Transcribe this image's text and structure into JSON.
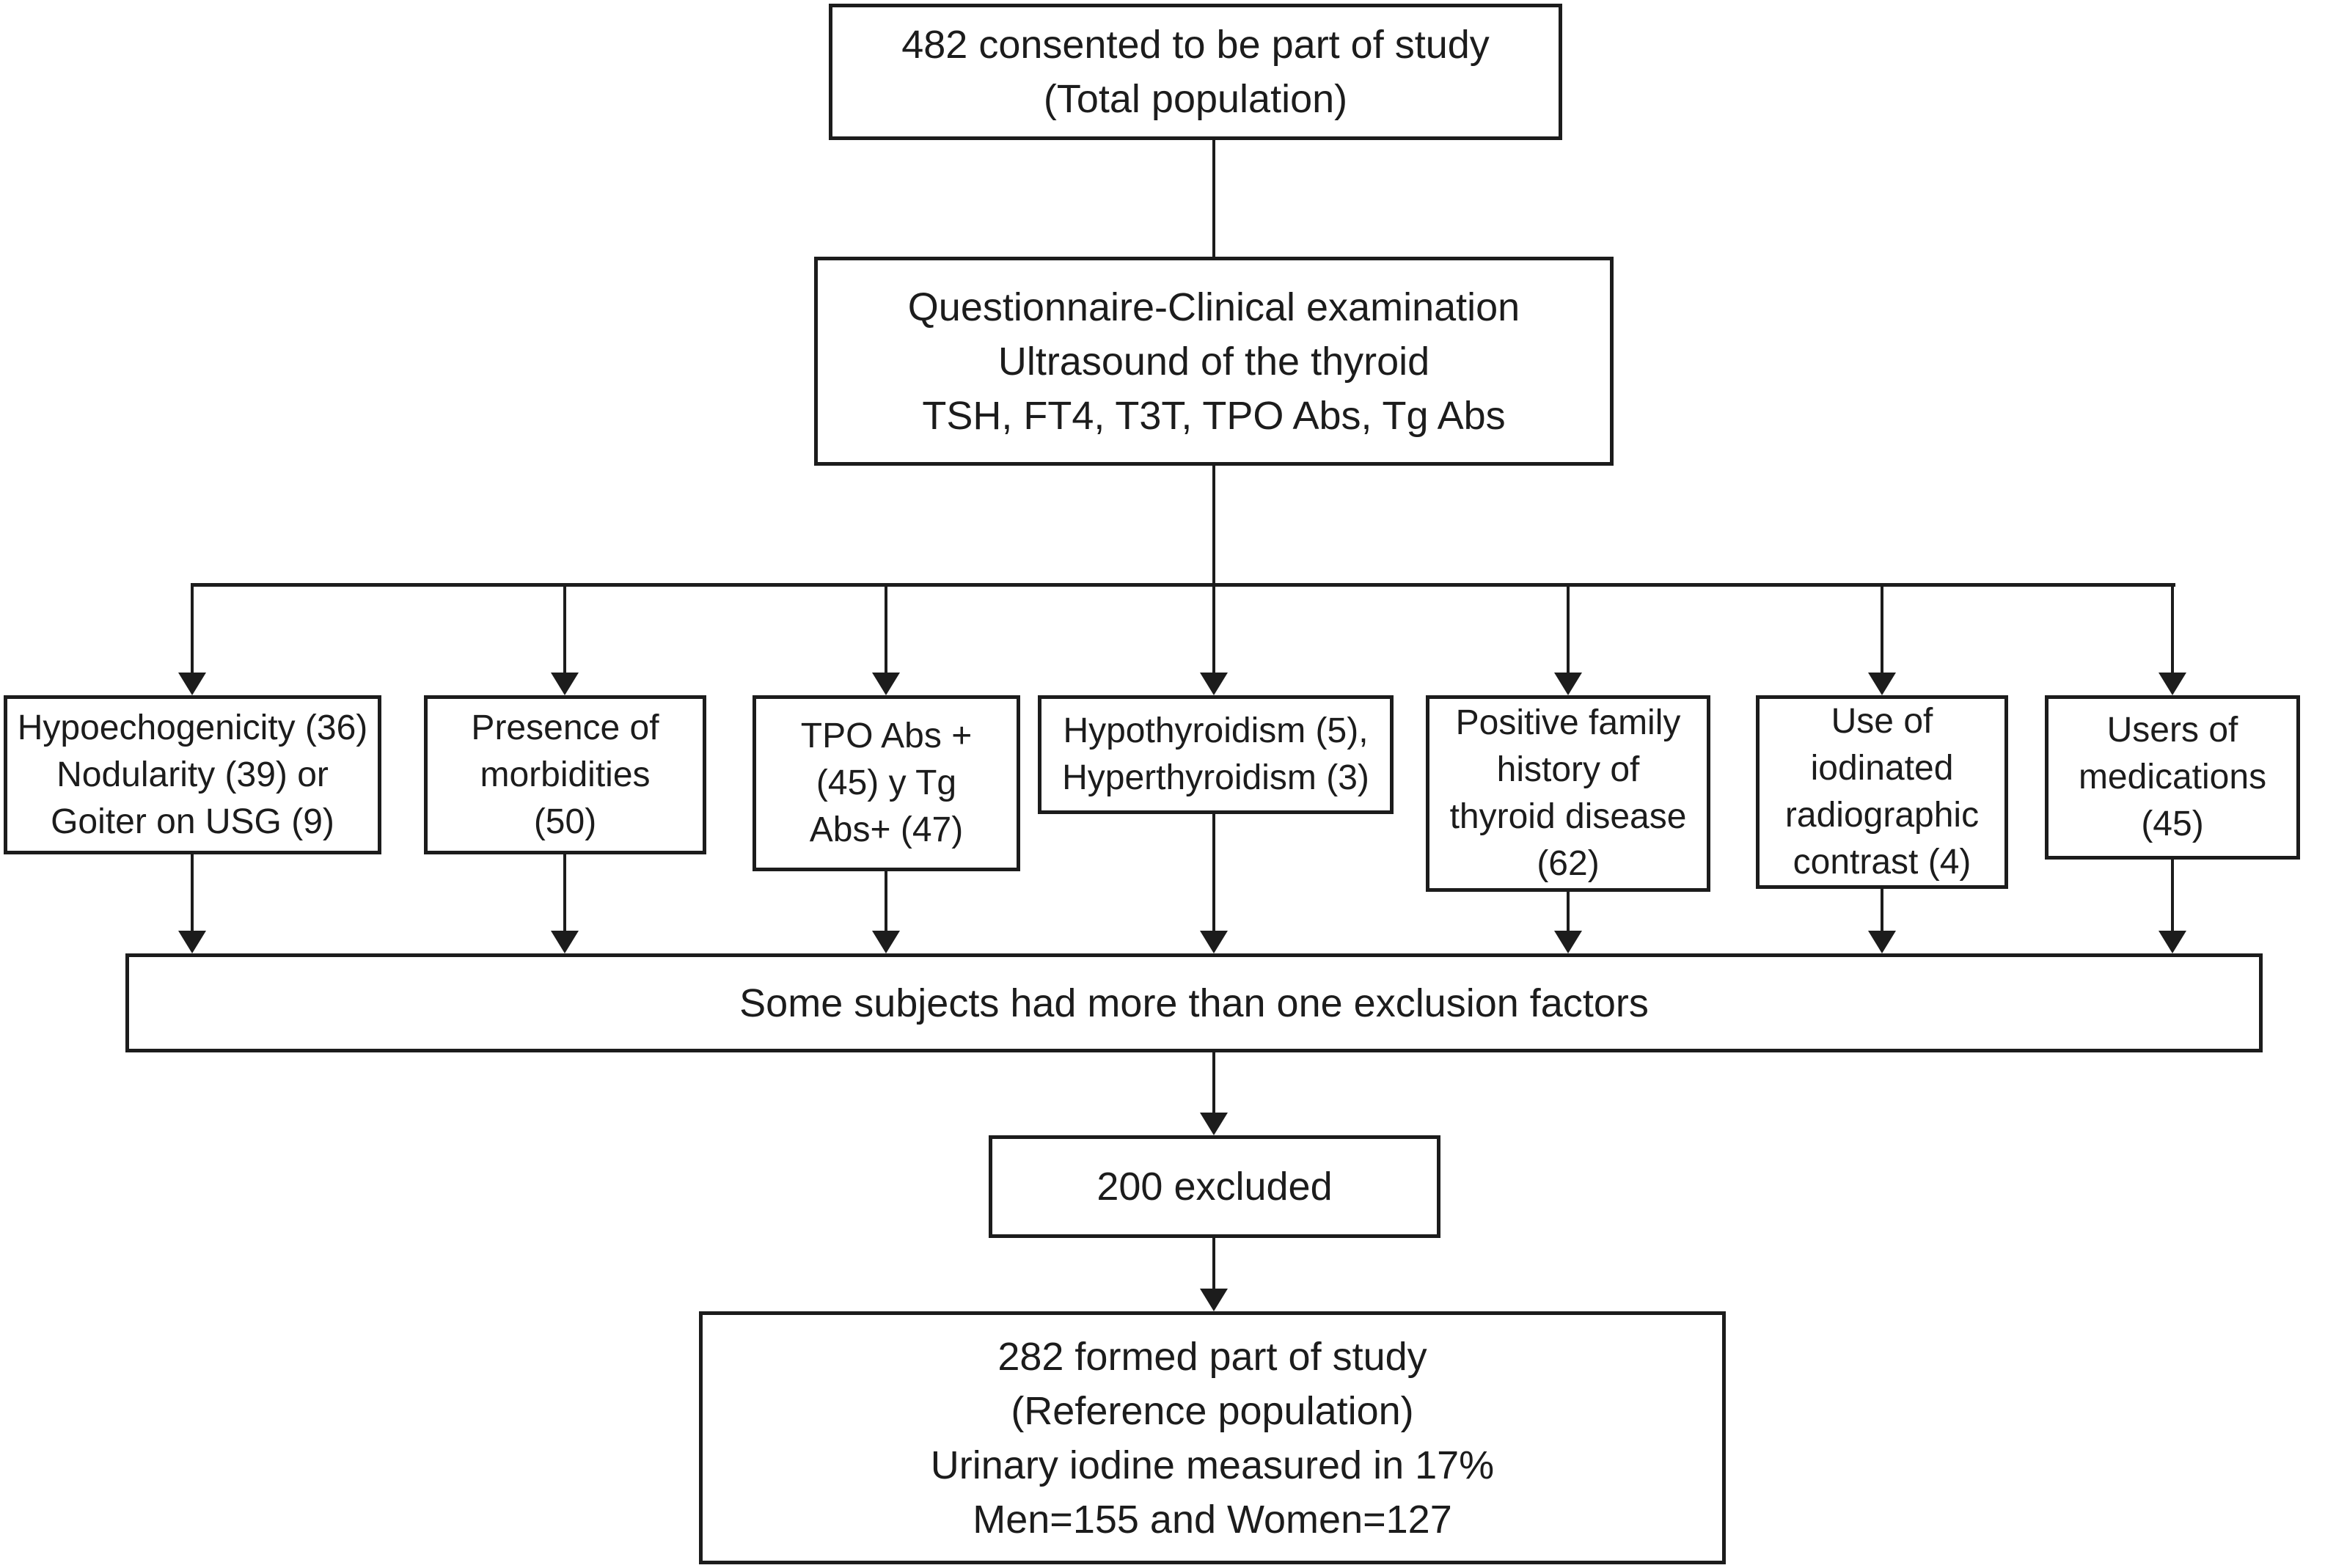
{
  "colors": {
    "line": "#1c1c1c",
    "background": "#ffffff"
  },
  "nodes": {
    "total": {
      "lines": [
        "482 consented to be part of study",
        "(Total population)"
      ]
    },
    "exam": {
      "lines": [
        "Questionnaire-Clinical examination",
        "Ultrasound of the thyroid",
        "TSH, FT4, T3T, TPO Abs, Tg Abs"
      ]
    },
    "usg": {
      "lines": [
        "Hypoechogenicity (36)",
        "Nodularity (39) or",
        "Goiter on USG (9)"
      ]
    },
    "morbidities": {
      "lines": [
        "Presence of",
        "morbidities",
        "(50)"
      ]
    },
    "antibodies": {
      "lines": [
        "TPO Abs +",
        "(45) y Tg",
        "Abs+ (47)"
      ]
    },
    "thyroidism": {
      "lines": [
        "Hypothyroidism (5),",
        "Hyperthyroidism (3)"
      ]
    },
    "family_history": {
      "lines": [
        "Positive family",
        "history of",
        "thyroid disease",
        "(62)"
      ]
    },
    "contrast": {
      "lines": [
        "Use of",
        "iodinated",
        "radiographic",
        "contrast (4)"
      ]
    },
    "medications": {
      "lines": [
        "Users of",
        "medications",
        "(45)"
      ]
    },
    "exclusion_note": {
      "lines": [
        "Some subjects had more than one exclusion factors"
      ]
    },
    "excluded": {
      "lines": [
        "200 excluded"
      ]
    },
    "reference": {
      "lines": [
        "282 formed part of study",
        "(Reference population)",
        "Urinary iodine measured in 17%",
        "Men=155 and Women=127"
      ]
    }
  }
}
